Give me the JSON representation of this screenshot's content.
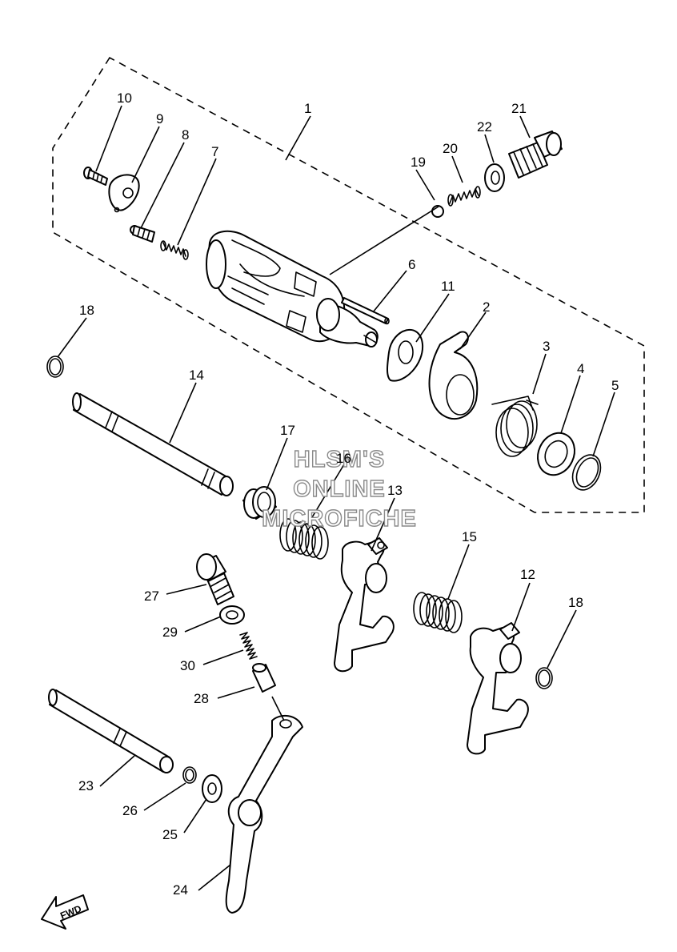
{
  "watermark": {
    "line1": "HLSM'S",
    "line2": "ONLINE",
    "line3": "MICROFICHE"
  },
  "direction_marker": {
    "label": "FWD"
  },
  "callouts": {
    "c1": "1",
    "c2": "2",
    "c3": "3",
    "c4": "4",
    "c5": "5",
    "c6": "6",
    "c7": "7",
    "c8": "8",
    "c9": "9",
    "c10": "10",
    "c11": "11",
    "c12": "12",
    "c13": "13",
    "c14": "14",
    "c15": "15",
    "c16": "16",
    "c17": "17",
    "c18a": "18",
    "c18b": "18",
    "c19": "19",
    "c20": "20",
    "c21": "21",
    "c22": "22",
    "c23": "23",
    "c24": "24",
    "c25": "25",
    "c26": "26",
    "c27": "27",
    "c28": "28",
    "c29": "29",
    "c30": "30"
  }
}
